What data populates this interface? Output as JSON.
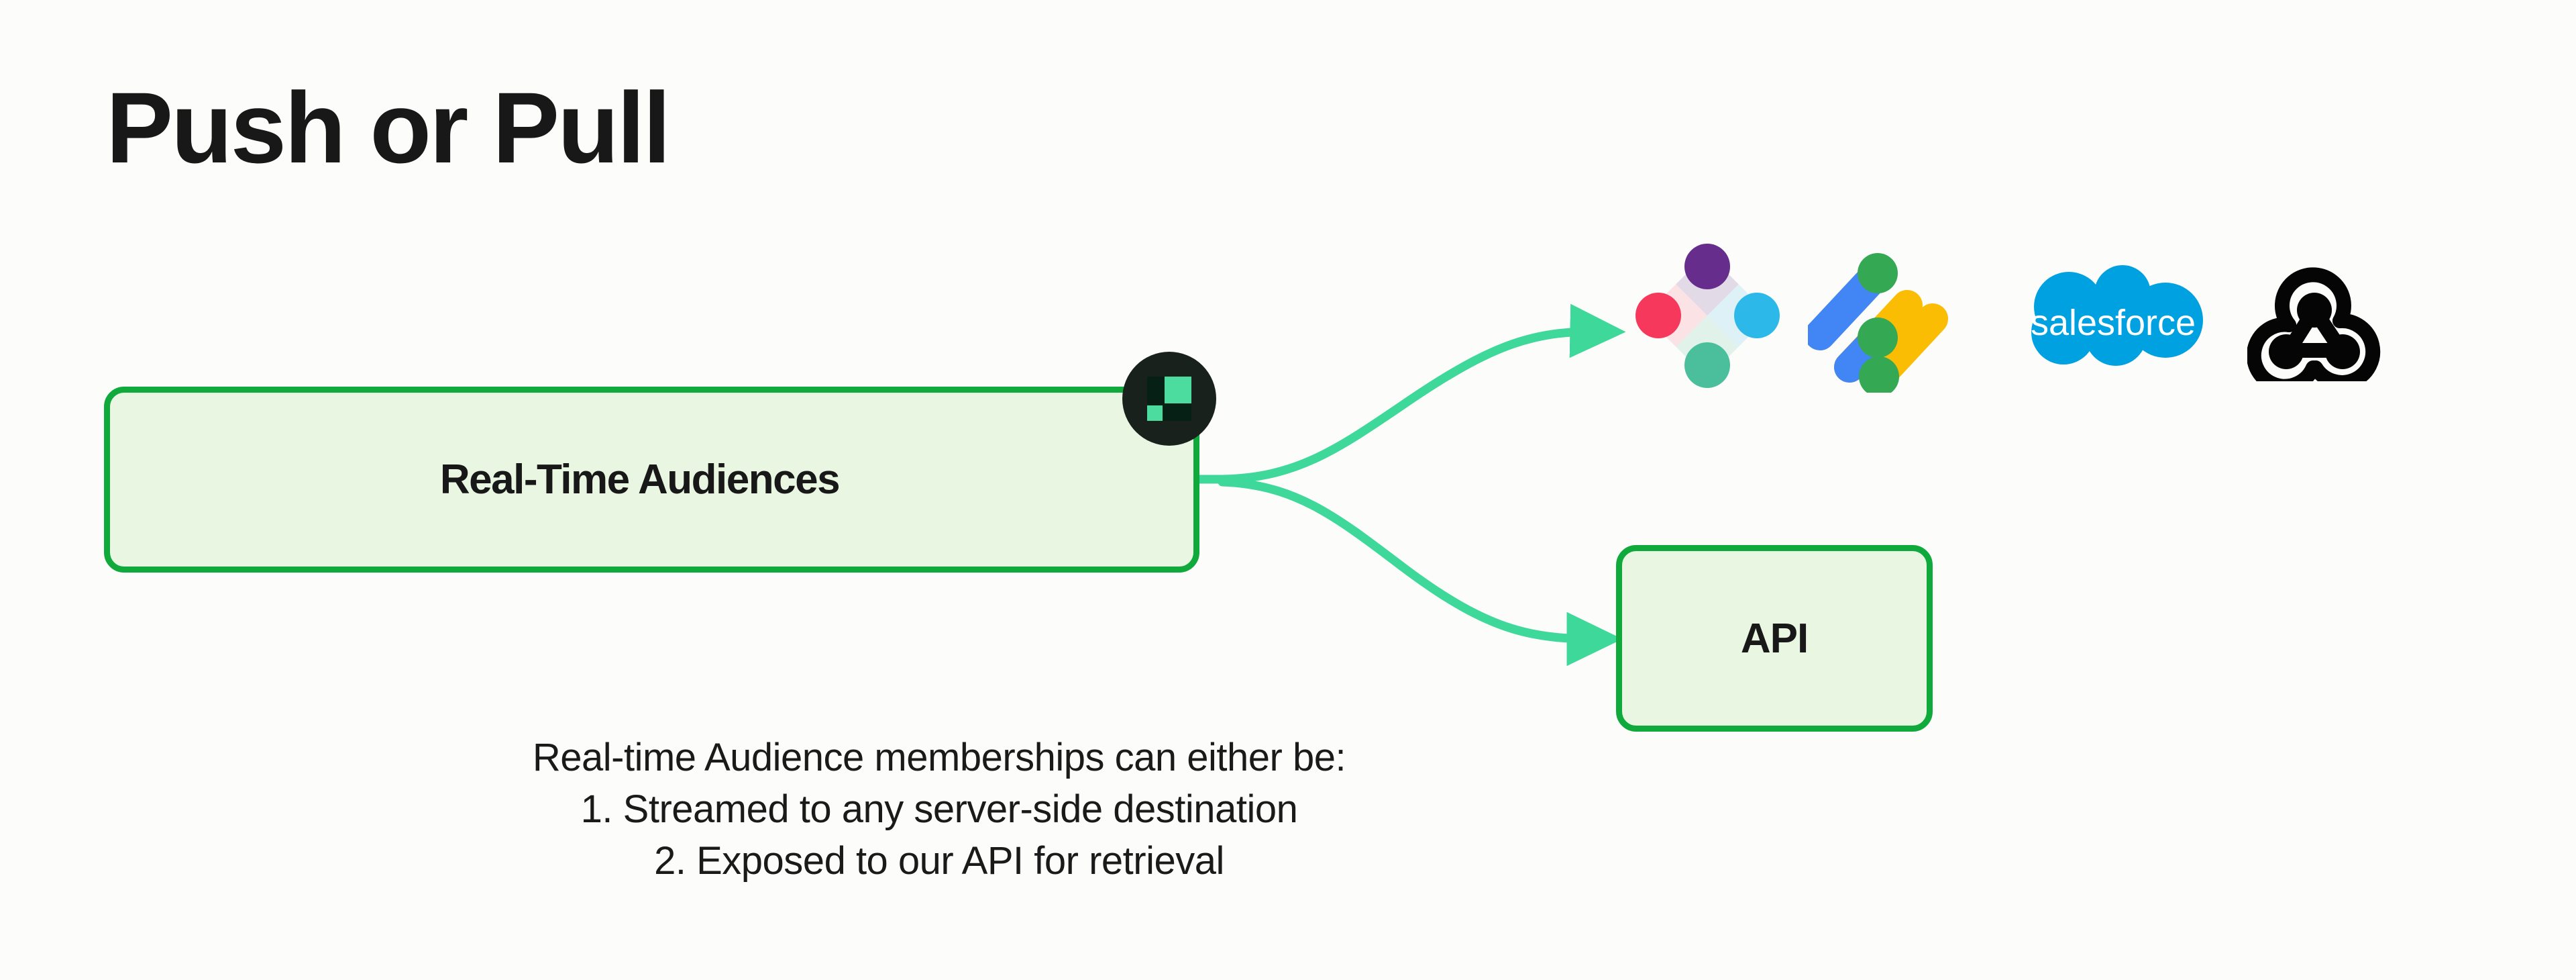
{
  "page": {
    "title": "Push or Pull",
    "background_color": "#FCFCFA",
    "text_color": "#181818"
  },
  "diagram": {
    "source_node": {
      "label": "Real-Time Audiences",
      "fill_color": "#E9F6E2",
      "border_color": "#0FA93C"
    },
    "badge": {
      "icon_name": "amplitude-logo-icon",
      "circle_color": "#19211D",
      "mark_color": "#4DDCA0"
    },
    "api_node": {
      "label": "API",
      "fill_color": "#E9F6E2",
      "border_color": "#0FA93C"
    },
    "connectors": {
      "color": "#3FD89B",
      "count": 2,
      "upper_target": "destinations-row",
      "lower_target": "api-node"
    },
    "destinations": [
      {
        "name": "Braze",
        "icon_name": "braze-logo-icon",
        "colors": [
          "#662D8C",
          "#F5385B",
          "#2CB8E9",
          "#4BBF9B"
        ]
      },
      {
        "name": "Google Marketing Platform",
        "icon_name": "google-marketing-platform-logo-icon",
        "colors": [
          "#4285F4",
          "#FBBC04",
          "#34A853"
        ]
      },
      {
        "name": "Salesforce",
        "icon_name": "salesforce-logo-icon",
        "wordmark": "salesforce",
        "colors": [
          "#00A1E0",
          "#FFFFFF"
        ]
      },
      {
        "name": "Webhook",
        "icon_name": "webhook-logo-icon",
        "colors": [
          "#000000"
        ]
      }
    ]
  },
  "caption": {
    "lead": "Real-time Audience memberships can either be:",
    "items": [
      "1. Streamed to any server-side destination",
      "2. Exposed to our API for retrieval"
    ]
  }
}
